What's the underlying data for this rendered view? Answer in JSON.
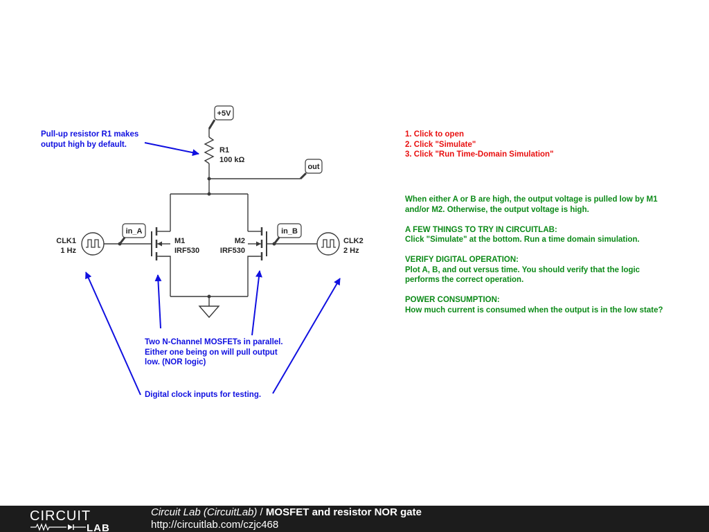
{
  "labels": {
    "supply": "+5V",
    "r1_name": "R1",
    "r1_value": "100 kΩ",
    "out": "out",
    "in_a": "in_A",
    "in_b": "in_B",
    "m1_name": "M1",
    "m1_part": "IRF530",
    "m2_name": "M2",
    "m2_part": "IRF530",
    "clk1_name": "CLK1",
    "clk1_freq": "1 Hz",
    "clk2_name": "CLK2",
    "clk2_freq": "2 Hz"
  },
  "notes": {
    "pullup": [
      "Pull-up resistor R1 makes",
      "output high by default."
    ],
    "mosfets": [
      "Two N-Channel MOSFETs in parallel.",
      "Either one being on will pull output",
      "low. (NOR logic)"
    ],
    "clocks": "Digital clock inputs for testing."
  },
  "steps": [
    "1. Click to open",
    "2. Click \"Simulate\"",
    "3. Click \"Run Time-Domain Simulation\""
  ],
  "info": [
    "When either A or B are high, the output voltage is pulled low by M1",
    "and/or M2. Otherwise, the output voltage is high.",
    "",
    "A FEW THINGS TO TRY IN CIRCUITLAB:",
    "Click \"Simulate\" at the bottom. Run a time domain simulation.",
    "",
    "VERIFY DIGITAL OPERATION:",
    "Plot A, B, and out versus time. You should verify that the logic",
    "performs the correct operation.",
    "",
    "POWER CONSUMPTION:",
    "How much current is consumed when the output is in the low state?"
  ],
  "footer": {
    "logo_top": "CIRCUIT",
    "logo_bottom": "LAB",
    "site": "Circuit Lab (CircuitLab)",
    "separator": " / ",
    "title": "MOSFET and resistor NOR gate",
    "url": "http://circuitlab.com/czjc468"
  },
  "colors": {
    "annotation": "#1010e0",
    "steps": "#e81010",
    "info": "#0c8a18",
    "wire": "#3a3a3a",
    "footer_bg": "#1c1c1c"
  }
}
